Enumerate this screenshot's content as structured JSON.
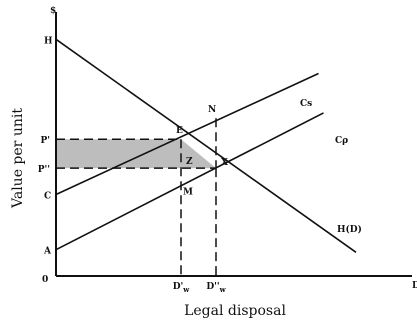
{
  "chart_data": {
    "type": "line",
    "title": "",
    "xlabel": "Legal disposal",
    "ylabel": "Value per unit",
    "y_axis_symbol": "$",
    "x_axis_end_symbol": "D",
    "origin_label": "0",
    "xlim": [
      0,
      14
    ],
    "ylim": [
      0,
      10
    ],
    "grid": false,
    "colors": {
      "line": "#111111",
      "shade": "#bdbdbd",
      "background": "#ffffff"
    },
    "series": [
      {
        "name": "H(D)",
        "label": "H(D)",
        "x": [
          0,
          12
        ],
        "y": [
          9.0,
          0.9
        ]
      },
      {
        "name": "Cs",
        "label": "Cs",
        "x": [
          0,
          10.5
        ],
        "y": [
          3.1,
          7.7
        ]
      },
      {
        "name": "Cp",
        "label": "Cρ",
        "x": [
          0,
          10.7
        ],
        "y": [
          1.0,
          6.2
        ]
      }
    ],
    "points": [
      {
        "label": "H",
        "x": 0,
        "y": 9.0
      },
      {
        "label": "C",
        "x": 0,
        "y": 3.1
      },
      {
        "label": "A",
        "x": 0,
        "y": 1.0
      },
      {
        "label": "E",
        "x": 5.0,
        "y": 5.2
      },
      {
        "label": "X",
        "x": 6.4,
        "y": 4.1
      },
      {
        "label": "N",
        "x": 6.4,
        "y": 6.0
      },
      {
        "label": "Z",
        "x": 5.0,
        "y": 4.1
      },
      {
        "label": "M",
        "x": 5.0,
        "y": 3.45
      }
    ],
    "y_ticks": [
      {
        "label": "P'",
        "value": 5.2
      },
      {
        "label": "P''",
        "value": 4.1
      }
    ],
    "x_ticks": [
      {
        "label": "D'",
        "subscript": "w",
        "value": 5.0
      },
      {
        "label": "D''",
        "subscript": "w",
        "value": 6.4
      }
    ],
    "shaded_region": {
      "from": "P'",
      "to": "P''",
      "between": [
        "E",
        "X"
      ]
    }
  }
}
